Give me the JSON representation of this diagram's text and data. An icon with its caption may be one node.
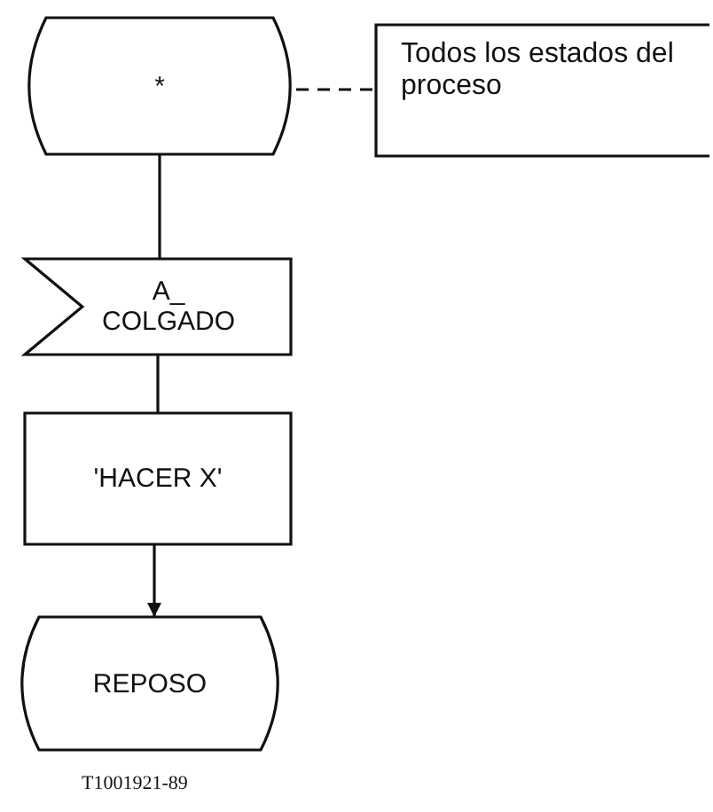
{
  "diagram": {
    "nodes": [
      {
        "text": [
          "*"
        ]
      },
      {
        "text": [
          "Todos los estados del proceso"
        ]
      },
      {
        "text": [
          "A_ COLGADO"
        ]
      },
      {
        "text": [
          "'HACER X'"
        ]
      },
      {
        "text": [
          "REPOSO"
        ]
      }
    ],
    "edges": [
      {
        "from": 0,
        "to": 1,
        "arrow": "none",
        "style": "dashed"
      },
      {
        "from": 0,
        "to": 2,
        "arrow": "none"
      },
      {
        "from": 2,
        "to": 3,
        "arrow": "none"
      },
      {
        "from": 3,
        "to": 4,
        "arrow": "to"
      }
    ],
    "labels": [
      "T1001921-89"
    ]
  }
}
